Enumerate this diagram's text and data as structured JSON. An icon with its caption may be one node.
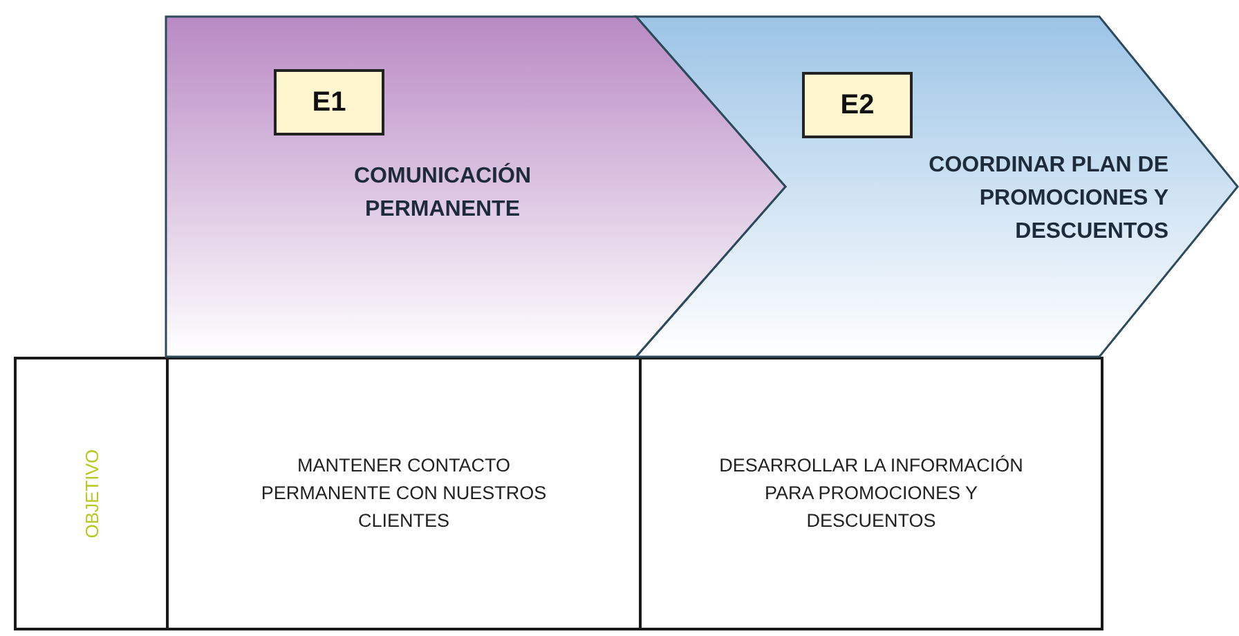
{
  "diagram": {
    "nodes": [
      {
        "text": [
          "COMUNICACIÓN PERMANENTE"
        ]
      },
      {
        "text": [
          "E1"
        ],
        "in": 0
      },
      {
        "text": [
          "COORDINAR PLAN DE PROMOCIONES Y DESCUENTOS"
        ]
      },
      {
        "text": [
          "E2"
        ],
        "in": 2
      },
      {
        "text": [
          "OBJETIVO"
        ]
      },
      {
        "text": [
          "MANTENER CONTACTO PERMANENTE CON NUESTROS CLIENTES"
        ]
      },
      {
        "text": [
          "DESARROLLAR LA INFORMACIÓN PARA PROMOCIONES Y DESCUENTOS"
        ]
      }
    ],
    "edges": []
  }
}
